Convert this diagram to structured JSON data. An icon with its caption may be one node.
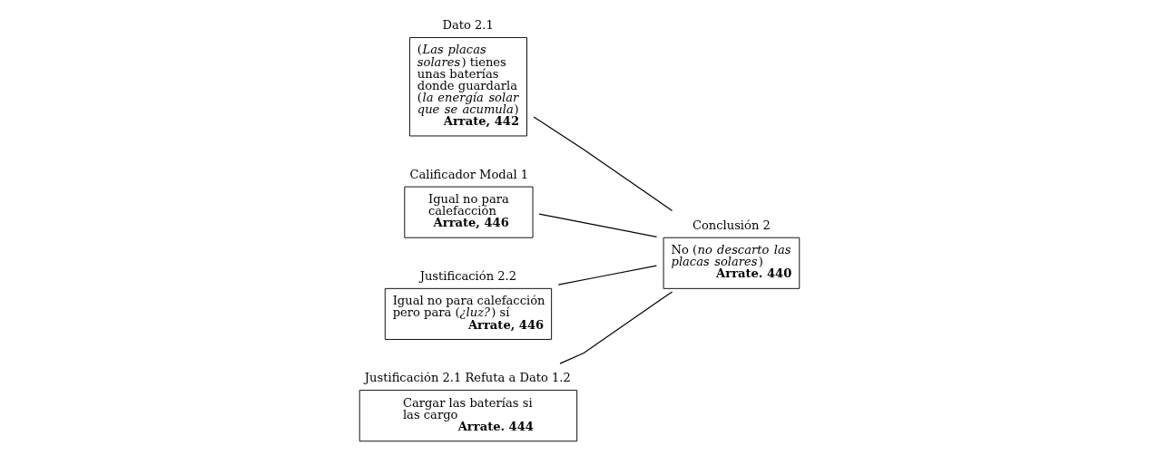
{
  "diagram": {
    "nodes": [
      {
        "text": [
          "Dato 2.1",
          "(*Las placas solares*) tienes unas baterías donde guardarla (*la energía solar que se acumula*)",
          "Arrate, 442"
        ]
      },
      {
        "text": [
          "Calificador Modal 1",
          "Igual no para calefacción",
          "Arrate, 446"
        ]
      },
      {
        "text": [
          "Conclusión 2",
          "No (*no descarto las placas solares*)",
          "Arrate. 440"
        ]
      },
      {
        "text": [
          "Justificación 2.2",
          "Igual no para calefacción pero para (*¿luz?*) sí",
          "Arrate, 446"
        ]
      },
      {
        "text": [
          "Justificación 2.1 Refuta a Dato 1.2",
          "Cargar las baterías si las cargo",
          "Arrate. 444"
        ]
      }
    ],
    "edges": [
      {
        "from": 0,
        "to": 2,
        "arrow": "none"
      },
      {
        "from": 1,
        "to": 2,
        "arrow": "none"
      },
      {
        "from": 3,
        "to": 2,
        "arrow": "none"
      },
      {
        "from": 4,
        "to": 2,
        "arrow": "none"
      }
    ]
  }
}
